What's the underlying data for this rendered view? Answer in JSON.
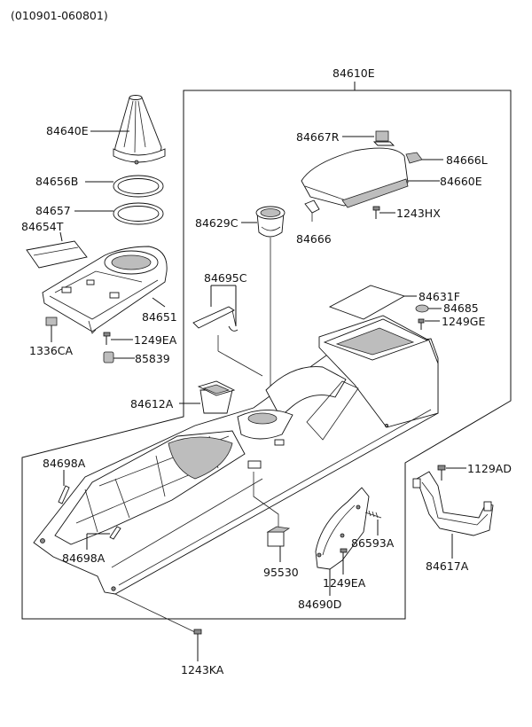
{
  "header": {
    "date_range": "(010901-060801)"
  },
  "assembly": {
    "label": "84610E"
  },
  "labels": {
    "p84640E": "84640E",
    "p84656B": "84656B",
    "p84657": "84657",
    "p84654T": "84654T",
    "p84651": "84651",
    "p1336CA": "1336CA",
    "p1249EA_a": "1249EA",
    "p85839": "85839",
    "p84629C": "84629C",
    "p84695C": "84695C",
    "p84612A": "84612A",
    "p84698A_a": "84698A",
    "p84698A_b": "84698A",
    "p84667R": "84667R",
    "p84666L": "84666L",
    "p84660E": "84660E",
    "p1243HX": "1243HX",
    "p84666": "84666",
    "p84631F": "84631F",
    "p84685": "84685",
    "p1249GE": "1249GE",
    "p1129AD": "1129AD",
    "p84617A": "84617A",
    "p86593A": "86593A",
    "p1249EA_b": "1249EA",
    "p84690D": "84690D",
    "p95530": "95530",
    "p1243KA": "1243KA"
  }
}
